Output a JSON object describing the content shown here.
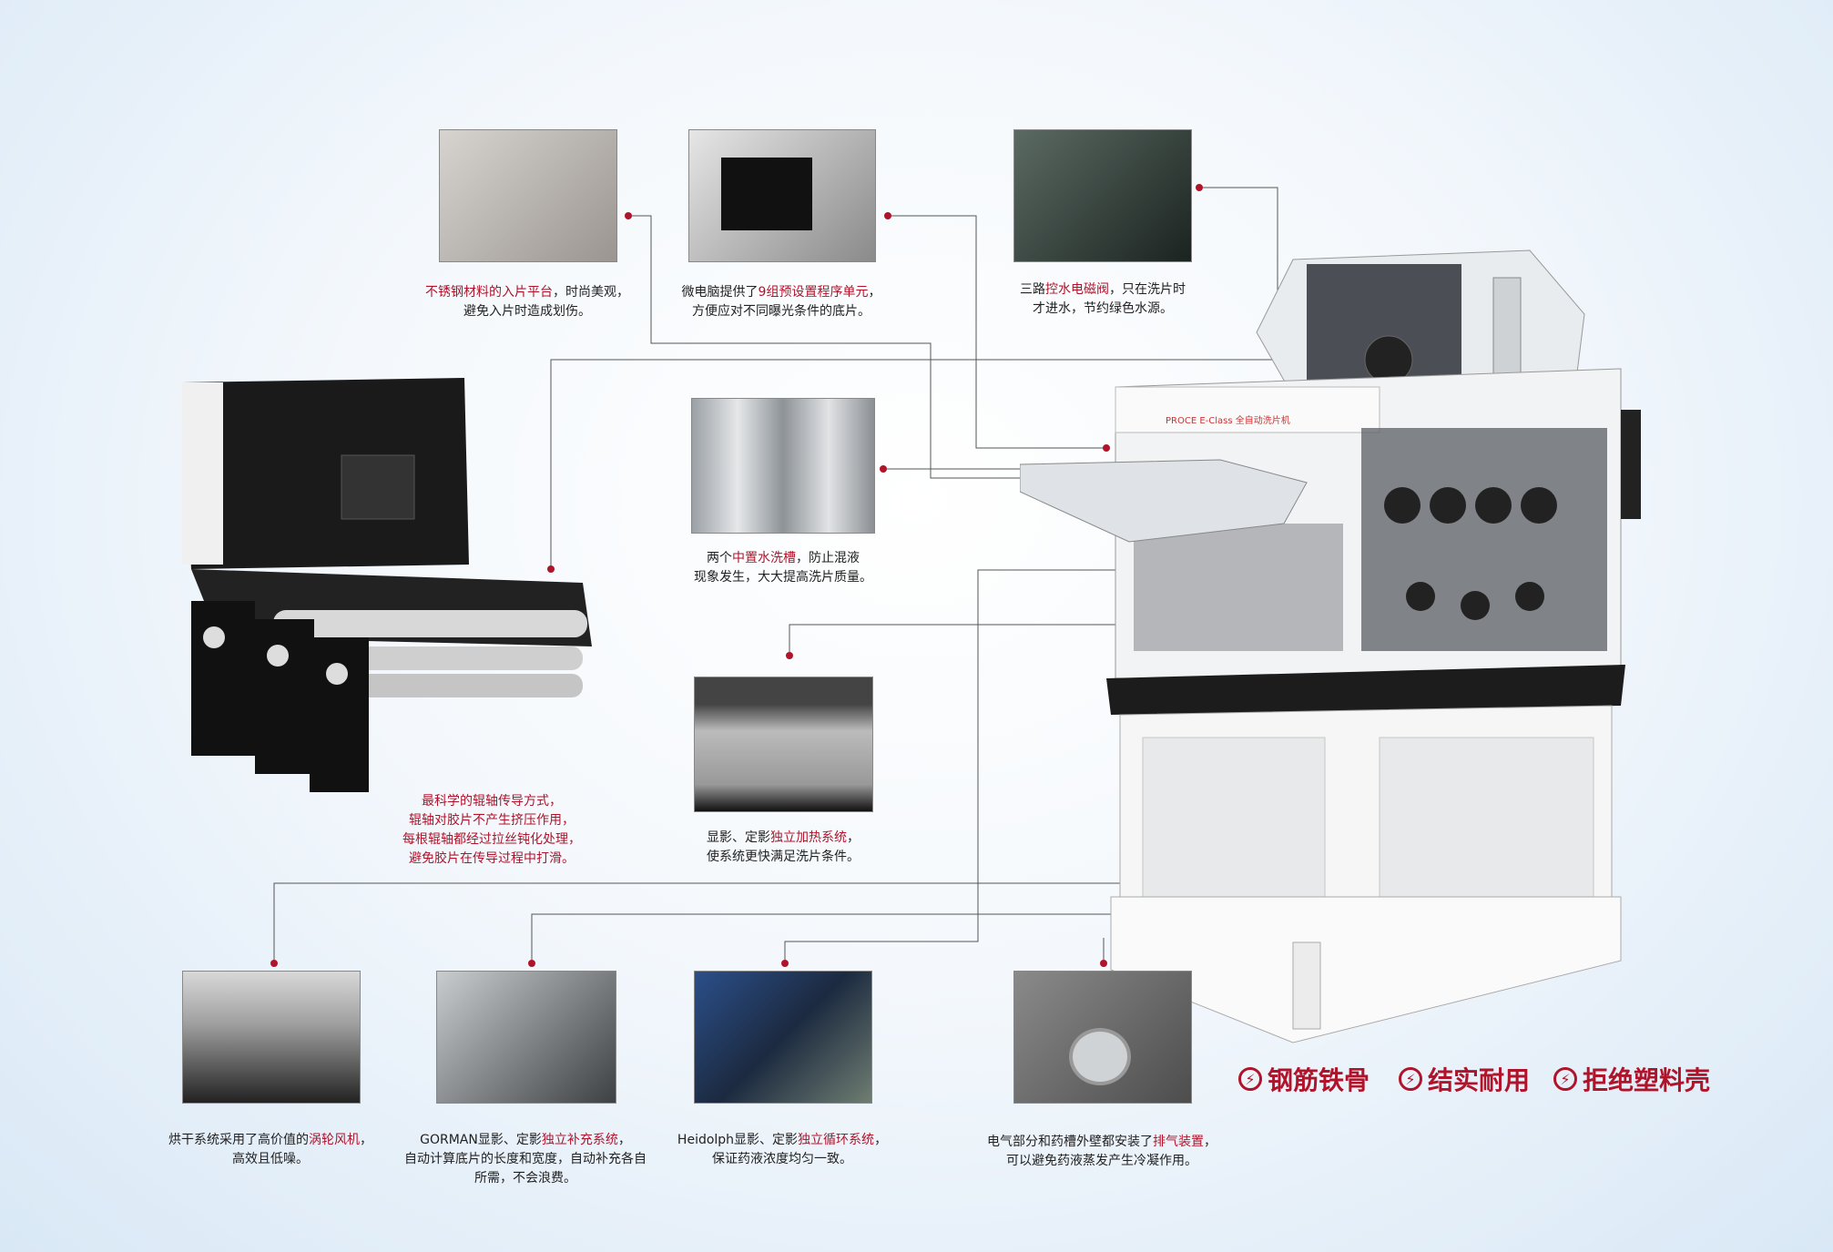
{
  "features": {
    "stainless_platform": {
      "pre": "",
      "hl": "不锈钢材料的入片平台",
      "post": "，时尚美观，",
      "line2": "避免入片时造成划伤。"
    },
    "microcomputer": {
      "pre": "微电脑提供了",
      "hl": "9组预设置程序单元",
      "post": "，",
      "line2": "方便应对不同曝光条件的底片。"
    },
    "solenoid_valve": {
      "pre": "三路",
      "hl": "控水电磁阀",
      "post": "，只在洗片时",
      "line2": "才进水，节约绿色水源。"
    },
    "roller_transport": {
      "lines": [
        "最科学的辊轴传导方式，",
        "辊轴对胶片不产生挤压作用，",
        "每根辊轴都经过拉丝钝化处理，",
        "避免胶片在传导过程中打滑。"
      ]
    },
    "wash_tank": {
      "pre": "两个",
      "hl": "中置水洗槽",
      "post": "，防止混液",
      "line2": "现象发生，大大提高洗片质量。"
    },
    "heating": {
      "pre": "显影、定影",
      "hl": "独立加热系统",
      "post": "，",
      "line2": "使系统更快满足洗片条件。"
    },
    "dryer": {
      "pre": "烘干系统采用了高价值的",
      "hl": "涡轮风机",
      "post": "，",
      "line2": "高效且低噪。"
    },
    "replenish": {
      "pre": "GORMAN显影、定影",
      "hl": "独立补充系统",
      "post": "，",
      "line2": "自动计算底片的长度和宽度，自动补充各自",
      "line3": "所需，不会浪费。"
    },
    "circulation": {
      "pre": "Heidolph显影、定影",
      "hl": "独立循环系统",
      "post": "，",
      "line2": "保证药液浓度均匀一致。"
    },
    "exhaust": {
      "pre": "电气部分和药槽外壁都安装了",
      "hl": "排气装置",
      "post": "，",
      "line2": "可以避免药液蒸发产生冷凝作用。"
    }
  },
  "machine_label": "PROCE E-Class 全自动洗片机",
  "slogans": [
    "钢筋铁骨",
    "结实耐用",
    "拒绝塑料壳"
  ],
  "icons": {
    "slogan": "lightning-bolt-icon"
  },
  "colors": {
    "accent": "#b0142b",
    "line": "#555555"
  }
}
